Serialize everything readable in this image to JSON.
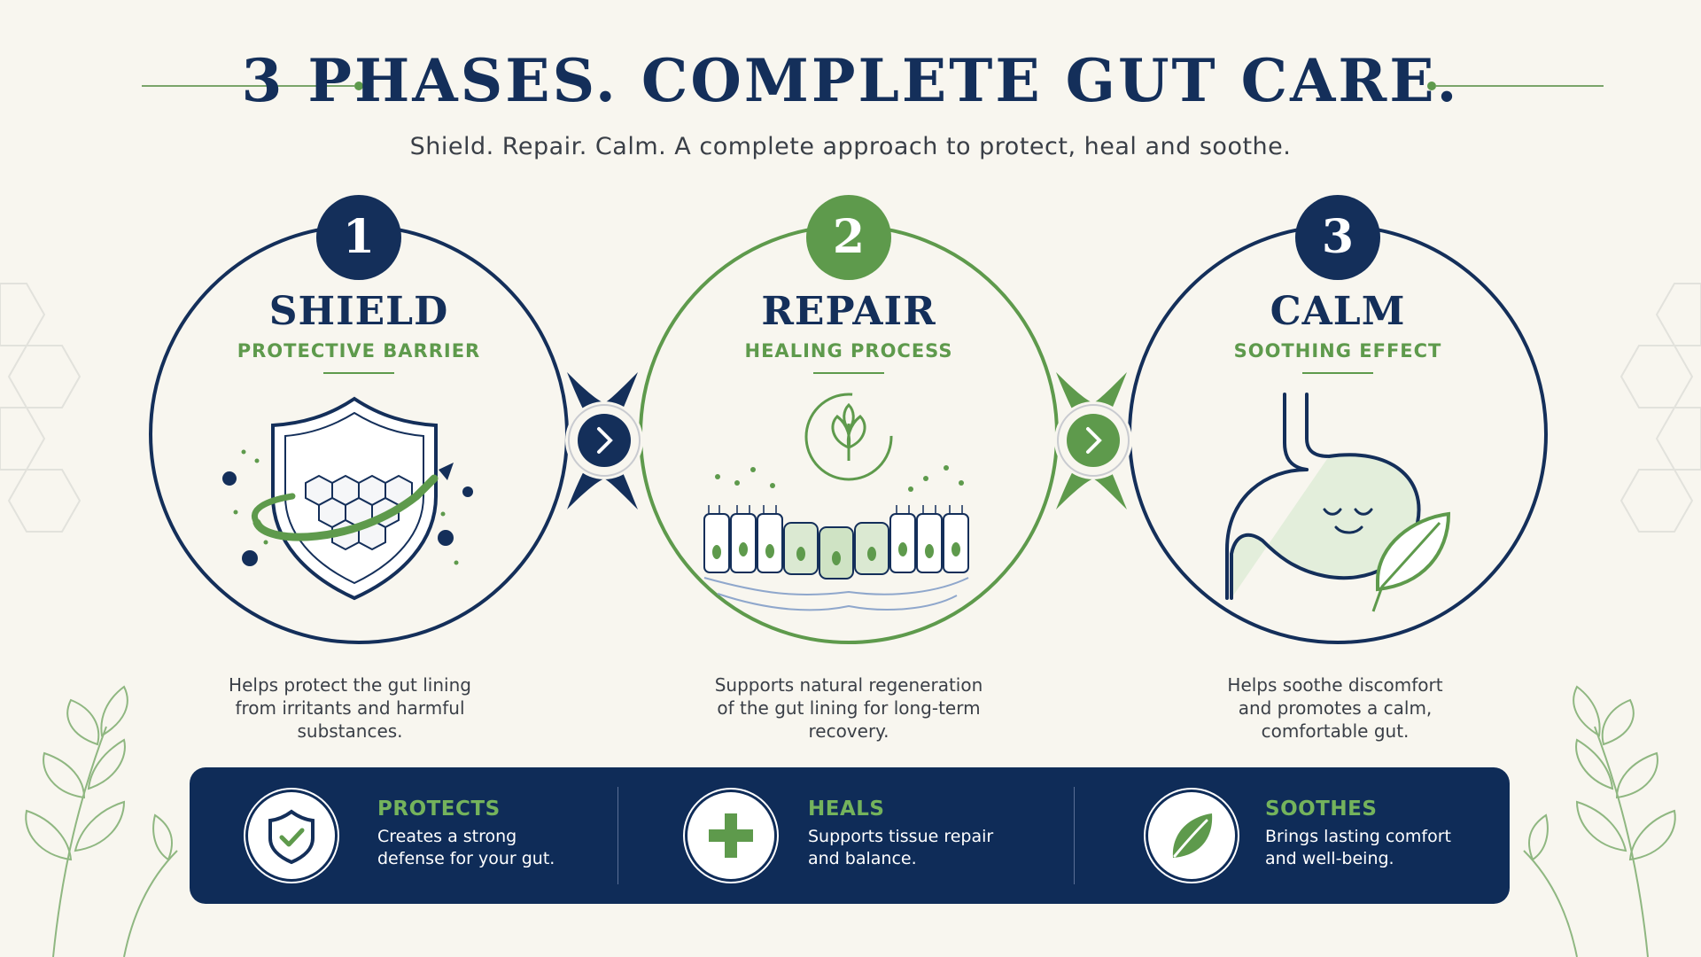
{
  "header": {
    "title": "3 PHASES. COMPLETE GUT CARE.",
    "subtitle": "Shield. Repair. Calm. A complete approach to protect, heal and soothe."
  },
  "phases": [
    {
      "number": "1",
      "name": "SHIELD",
      "subtitle": "PROTECTIVE BARRIER",
      "description": [
        "Helps protect the gut lining",
        "from irritants and harmful",
        "substances."
      ],
      "icon": "shield-honeycomb-icon",
      "accent": "#142f5a"
    },
    {
      "number": "2",
      "name": "REPAIR",
      "subtitle": "HEALING PROCESS",
      "description": [
        "Supports natural regeneration",
        "of the gut lining for long-term",
        "recovery."
      ],
      "icon": "gut-lining-cells-icon",
      "accent": "#5e9a4c"
    },
    {
      "number": "3",
      "name": "CALM",
      "subtitle": "SOOTHING EFFECT",
      "description": [
        "Helps soothe discomfort",
        "and promotes a calm,",
        "comfortable gut."
      ],
      "icon": "happy-stomach-icon",
      "accent": "#142f5a"
    }
  ],
  "benefits": [
    {
      "title": "PROTECTS",
      "text": [
        "Creates a strong",
        "defense for your gut."
      ],
      "icon": "shield-check-icon"
    },
    {
      "title": "HEALS",
      "text": [
        "Supports tissue repair",
        "and balance."
      ],
      "icon": "plus-icon"
    },
    {
      "title": "SOOTHES",
      "text": [
        "Brings lasting comfort",
        "and well-being."
      ],
      "icon": "leaf-icon"
    }
  ],
  "colors": {
    "navy": "#142f5a",
    "green": "#5e9a4c",
    "background": "#f8f6ef",
    "bar": "#0f2c58"
  }
}
